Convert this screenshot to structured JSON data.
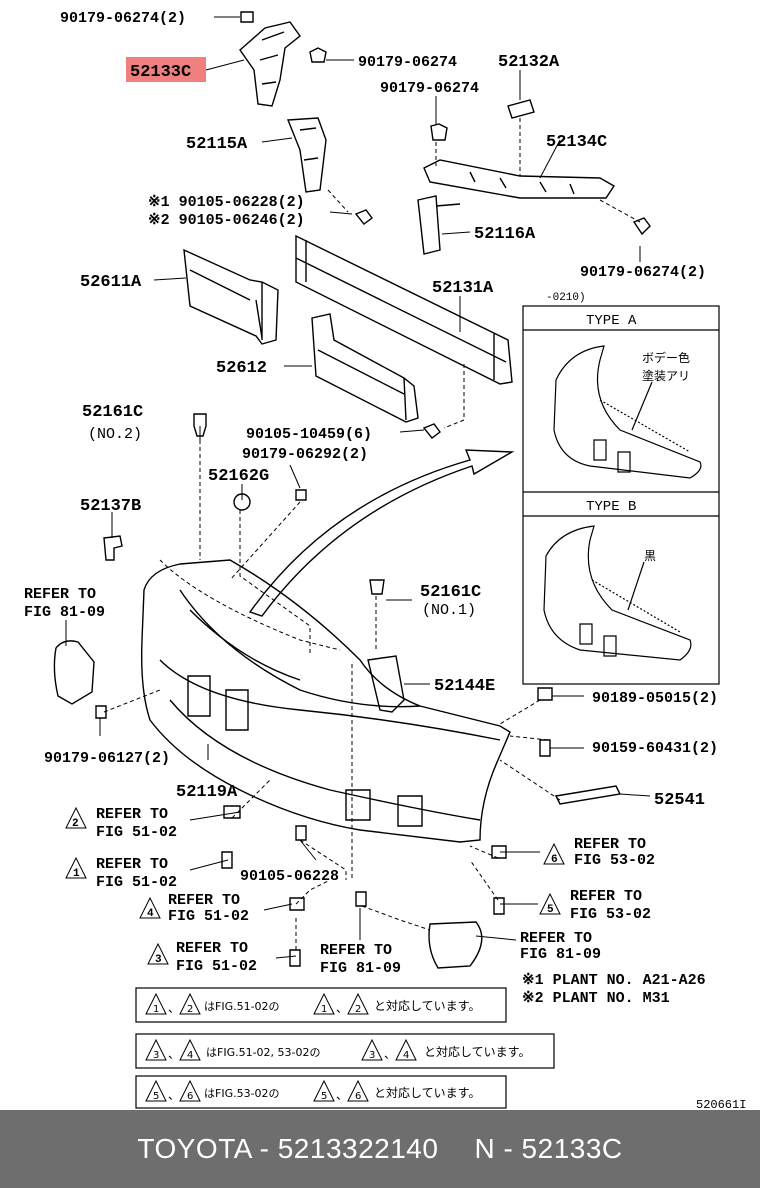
{
  "highlight_color": "#f08080",
  "part_labels": {
    "p90179_06274_2_top": "90179-06274(2)",
    "p52133C": "52133C",
    "p90179_06274_a": "90179-06274",
    "p52132A": "52132A",
    "p90179_06274_b": "90179-06274",
    "p52115A": "52115A",
    "p52134C": "52134C",
    "note1_90105_06228": "※1 90105-06228(2)",
    "note2_90105_06246": "※2 90105-06246(2)",
    "p52116A": "52116A",
    "p52611A": "52611A",
    "p90179_06274_2_right": "90179-06274(2)",
    "p52131A": "52131A",
    "p52612": "52612",
    "p52161C_no2": "52161C",
    "no2": "(NO.2)",
    "p90105_10459": "90105-10459(6)",
    "p90179_06292": "90179-06292(2)",
    "p52162G": "52162G",
    "p52137B": "52137B",
    "refer_81_09_a": "REFER TO",
    "fig_81_09_a": "FIG 81-09",
    "p52161C_no1": "52161C",
    "no1": "(NO.1)",
    "p52144E": "52144E",
    "p90189_05015": "90189-05015(2)",
    "p90159_60431": "90159-60431(2)",
    "p90179_06127": "90179-06127(2)",
    "p52119A": "52119A",
    "p52541": "52541",
    "p90105_06228": "90105-06228",
    "range_0210": "-0210)",
    "type_a": "TYPE A",
    "type_b": "TYPE B",
    "type_a_note_1": "ボデー色",
    "type_a_note_2": "塗装アリ",
    "type_b_note": "黒",
    "plant_note_1": "※1 PLANT NO. A21-A26",
    "plant_note_2": "※2 PLANT NO. M31",
    "diagram_id": "520661I"
  },
  "refer_labels": [
    {
      "num": "2",
      "line1": "REFER TO",
      "line2": "FIG 51-02"
    },
    {
      "num": "1",
      "line1": "REFER TO",
      "line2": "FIG 51-02"
    },
    {
      "num": "4",
      "line1": "REFER TO",
      "line2": "FIG 51-02"
    },
    {
      "num": "3",
      "line1": "REFER TO",
      "line2": "FIG 51-02"
    },
    {
      "num": "6",
      "line1": "REFER TO",
      "line2": "FIG 53-02"
    },
    {
      "num": "5",
      "line1": "REFER TO",
      "line2": "FIG 53-02"
    },
    {
      "num": "",
      "line1": "REFER TO",
      "line2": "FIG 81-09"
    },
    {
      "num": "",
      "line1": "REFER TO",
      "line2": "FIG 81-09"
    }
  ],
  "notes": [
    {
      "a": "1",
      "b": "2",
      "mid": "はFIG.51-02の",
      "c": "1",
      "d": "2",
      "tail": "と対応しています。"
    },
    {
      "a": "3",
      "b": "4",
      "mid": "はFIG.51-02, 53-02の",
      "c": "3",
      "d": "4",
      "tail": "と対応しています。"
    },
    {
      "a": "5",
      "b": "6",
      "mid": "はFIG.53-02の",
      "c": "5",
      "d": "6",
      "tail": "と対応しています。"
    }
  ],
  "footer": {
    "brand_part": "TOYOTA - 5213322140",
    "name_part": "N - 52133C"
  }
}
